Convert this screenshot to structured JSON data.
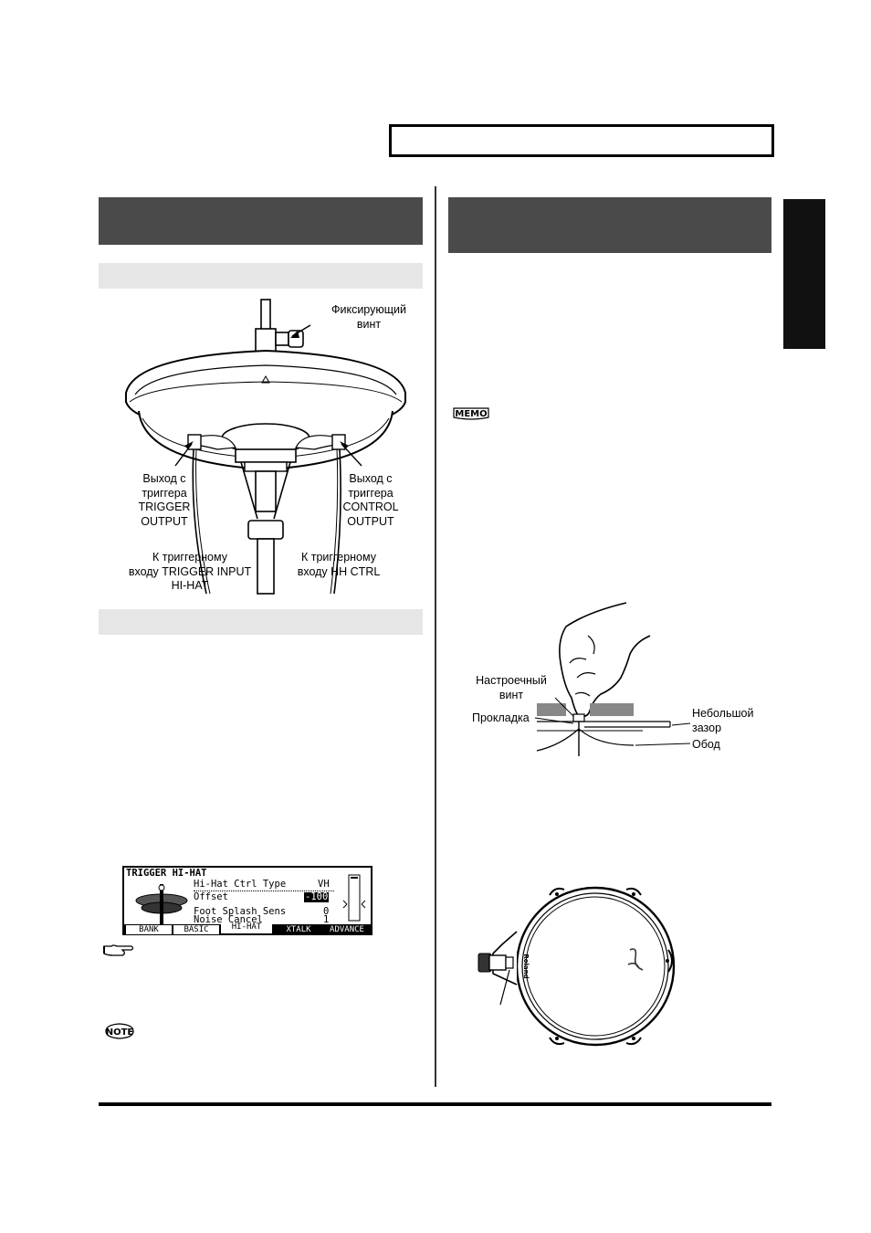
{
  "hihat_figure": {
    "screw_label": "Фиксирующий\nвинт",
    "trigger_output_label": "Выход с\nтриггера\nTRIGGER\nOUTPUT",
    "control_output_label": "Выход с\nтриггера\nCONTROL\nOUTPUT",
    "input_hihat_label": "К триггерному\nвходу TRIGGER INPUT\nHI-HAT",
    "input_hhctrl_label": "К триггерному\nвходу HH CTRL"
  },
  "lcd": {
    "title": "TRIGGER HI-HAT",
    "row1_label": "Hi-Hat Ctrl Type",
    "row1_value": "VH",
    "row2_label": "Offset",
    "row2_value": "-100",
    "row3_label": "Foot Splash Sens",
    "row3_value": "0",
    "row4_label": "Noise Cancel",
    "row4_value": "1",
    "tabs": [
      "BANK",
      "BASIC",
      "HI-HAT",
      "XTALK",
      "ADVANCE"
    ]
  },
  "pad_figure": {
    "tuning_screw_label": "Настроечный\nвинт",
    "washer_label": "Прокладка",
    "gap_label": "Небольшой\nзазор",
    "rim_label": "Обод",
    "brand_text": "Roland"
  },
  "icons": {
    "memo": "memo-icon",
    "note": "note-icon",
    "reference": "pointing-hand-icon"
  }
}
